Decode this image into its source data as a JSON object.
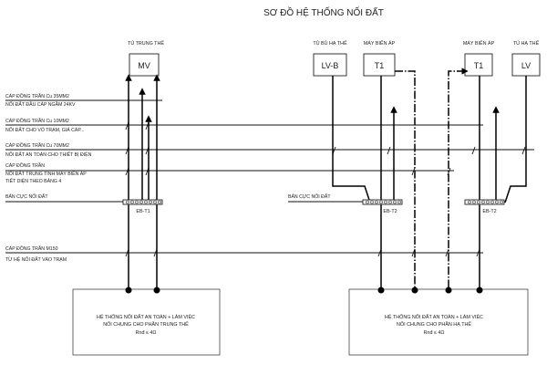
{
  "title": "SƠ ĐỒ HỆ THỐNG NỐI ĐẤT",
  "equipment": {
    "mv": {
      "header": "TỦ TRUNG THẾ",
      "label": "MV"
    },
    "lvb": {
      "header": "TỦ BÙ HẠ THẾ",
      "label": "LV-B"
    },
    "t1a": {
      "header": "MÁY BIẾN ÁP",
      "label": "T1"
    },
    "t1b": {
      "header": "MÁY BIẾN ÁP",
      "label": "T1"
    },
    "lv": {
      "header": "TỦ HẠ THẾ",
      "label": "LV"
    }
  },
  "conductors": [
    {
      "line1": "CÁP ĐỒNG TRẦN Cu 35MM2",
      "line2": "NỐI ĐẤT ĐẦU CÁP NGẦM 24KV"
    },
    {
      "line1": "CÁP ĐỒNG TRẦN Cu 10MM2",
      "line2": "NỐI ĐẤT CHO VỎ TRẠM, GIÁ CÁP..."
    },
    {
      "line1": "CÁP ĐỒNG TRẦN Cu 70MM2",
      "line2": "NỐI ĐẤT AN TOÀN CHO THIẾT BỊ ĐIỆN"
    },
    {
      "line1": "CÁP ĐỒNG TRẦN",
      "line2": "NỐI ĐẤT TRUNG TÍNH MÁY BIẾN ÁP",
      "line3": "TIẾT DIỆN THEO BẢNG 4"
    }
  ],
  "busbar_label_left": "BẢN CỰC NỐI ĐẤT",
  "busbar_label_right": "BẢN CỰC NỐI ĐẤT",
  "busbars": {
    "eb1": "EB-T1",
    "eb2": "EB-T2",
    "eb3": "EB-T2"
  },
  "bottom_cable": {
    "line1": "CÁP ĐỒNG TRẦN M150",
    "line2": "TỪ HỆ NỐI ĐẤT VÀO TRẠM"
  },
  "systems": [
    {
      "line1": "HỆ THỐNG NỐI ĐẤT AN TOÀN + LÀM VIỆC",
      "line2": "NỐI CHUNG CHO PHẦN TRUNG THẾ",
      "line3": "Rnđ ≤ 4Ω"
    },
    {
      "line1": "HỆ THỐNG NỐI ĐẤT AN TOÀN + LÀM VIỆC",
      "line2": "NỐI CHUNG CHO PHẦN HẠ THẾ",
      "line3": "Rnđ ≤ 4Ω"
    }
  ],
  "colors": {
    "line": "#111111",
    "background": "#ffffff"
  }
}
